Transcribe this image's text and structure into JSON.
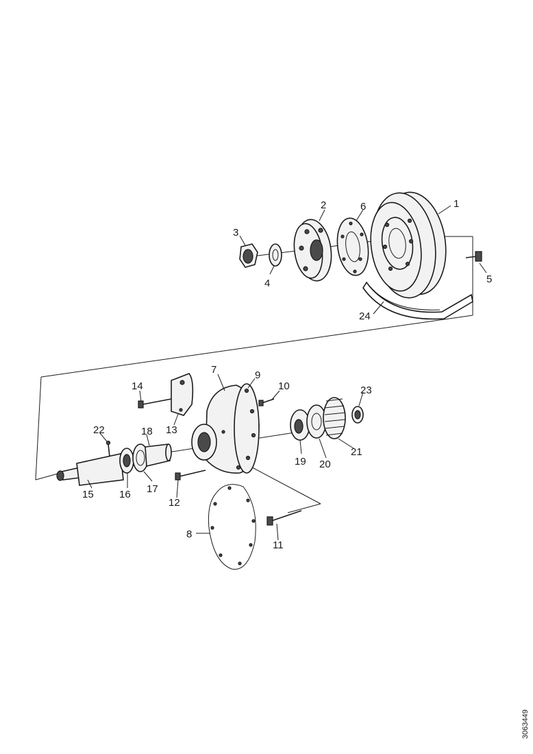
{
  "callouts": {
    "c1": "1",
    "c2": "2",
    "c3": "3",
    "c4": "4",
    "c5": "5",
    "c6": "6",
    "c7": "7",
    "c8": "8",
    "c9": "9",
    "c10": "10",
    "c11": "11",
    "c12": "12",
    "c13": "13",
    "c14": "14",
    "c15": "15",
    "c16": "16",
    "c17": "17",
    "c18": "18",
    "c19": "19",
    "c20": "20",
    "c21": "21",
    "c22": "22",
    "c23": "23",
    "c24": "24"
  },
  "reference_code": "3063449"
}
